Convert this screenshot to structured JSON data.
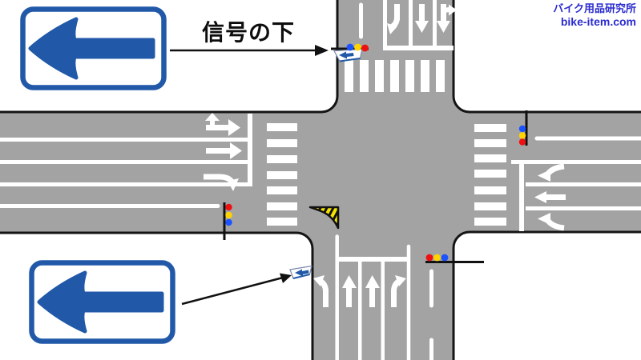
{
  "annotation": {
    "signal_label": "信号の下"
  },
  "watermark": {
    "site_name": "バイク用品研究所",
    "site_url": "bike-item.com",
    "color": "#2b2bd0"
  },
  "diagram": {
    "road_color": "#a3a3a3",
    "road_edge_color": "#141414",
    "marking_color": "#ffffff",
    "one_way_sign_blue": "#2159a8",
    "island_yellow": "#f5e400",
    "signal_colors": {
      "blue": "#1a53ff",
      "yellow": "#ffd400",
      "red": "#ee1111"
    },
    "signals": [
      {
        "position": "north-top-of-intersection",
        "orientation": "horizontal",
        "lights_left_to_right": [
          "blue",
          "yellow",
          "red"
        ],
        "attachment": "small one-way sign under the signal"
      },
      {
        "position": "east-arm",
        "orientation": "vertical",
        "lights_top_to_bottom": [
          "blue",
          "yellow",
          "red"
        ]
      },
      {
        "position": "west-arm",
        "orientation": "vertical",
        "lights_top_to_bottom": [
          "red",
          "yellow",
          "blue"
        ]
      },
      {
        "position": "south-arm",
        "orientation": "horizontal",
        "lights_left_to_right": [
          "red",
          "yellow",
          "blue"
        ]
      }
    ],
    "lane_arrows": {
      "west_approach_eastbound": [
        "straight-or-left",
        "straight",
        "right-turn"
      ],
      "east_approach_westbound": [
        "right-turn",
        "straight",
        "left-turn"
      ],
      "north_approach_southbound": [
        "turn",
        "straight",
        "straight-or-turn"
      ],
      "south_approach_northbound": [
        "left-turn",
        "straight",
        "straight",
        "right-turn"
      ]
    },
    "icons": {
      "one_way_sign_top_left": "blue-left-arrow-sign",
      "one_way_sign_bottom_left": "blue-left-arrow-sign",
      "small_sign_under_north_signal": "blue-left-arrow-mini-sign",
      "small_sign_south_roadside": "blue-left-arrow-mini-sign",
      "channelizing_island": "yellow-black-striped-wedge"
    }
  }
}
